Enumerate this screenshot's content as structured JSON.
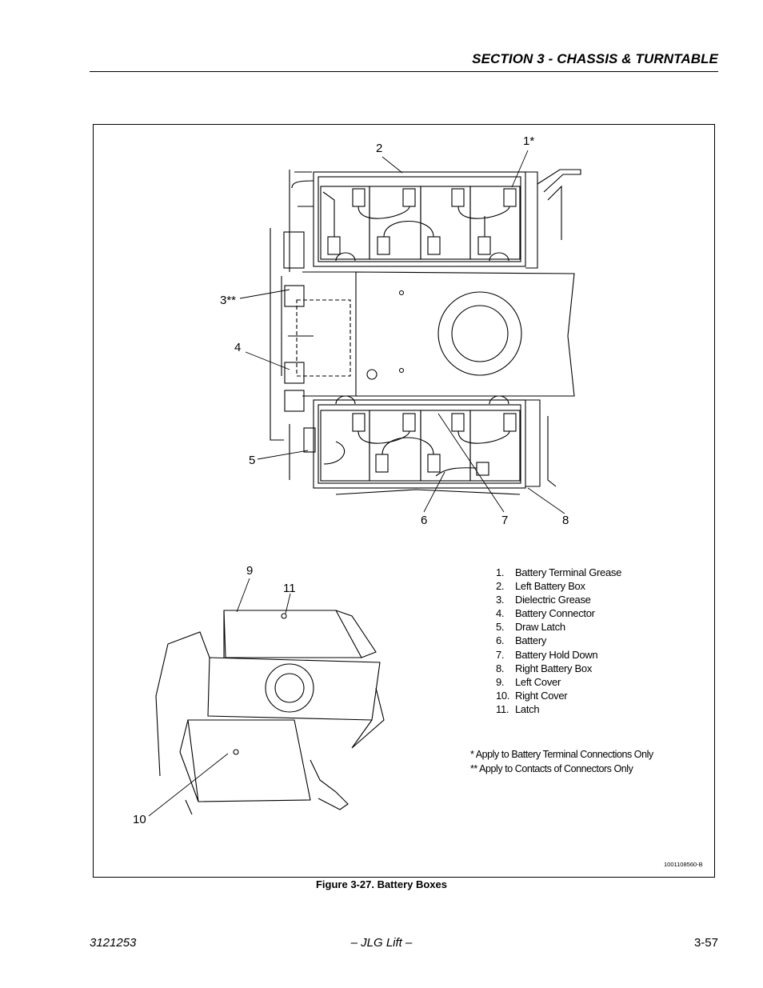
{
  "header": {
    "section_title": "SECTION 3 - CHASSIS & TURNTABLE"
  },
  "figure": {
    "callouts": {
      "c1": "1*",
      "c2": "2",
      "c3": "3**",
      "c4": "4",
      "c5": "5",
      "c6": "6",
      "c7": "7",
      "c8": "8",
      "c9": "9",
      "c10": "10",
      "c11": "11"
    },
    "legend": [
      {
        "num": "1.",
        "label": "Battery Terminal Grease"
      },
      {
        "num": "2.",
        "label": "Left Battery Box"
      },
      {
        "num": "3.",
        "label": "Dielectric Grease"
      },
      {
        "num": "4.",
        "label": "Battery Connector"
      },
      {
        "num": "5.",
        "label": "Draw Latch"
      },
      {
        "num": "6.",
        "label": "Battery"
      },
      {
        "num": "7.",
        "label": "Battery Hold Down"
      },
      {
        "num": "8.",
        "label": "Right Battery Box"
      },
      {
        "num": "9.",
        "label": "Left Cover"
      },
      {
        "num": "10.",
        "label": "Right Cover"
      },
      {
        "num": "11.",
        "label": "Latch"
      }
    ],
    "notes": [
      "*  Apply to Battery Terminal Connections Only",
      "** Apply to Contacts of Connectors Only"
    ],
    "drawing_id": "1001108560-B",
    "caption": "Figure 3-27.  Battery Boxes"
  },
  "footer": {
    "doc_number": "3121253",
    "publisher": "– JLG Lift –",
    "page": "3-57"
  }
}
